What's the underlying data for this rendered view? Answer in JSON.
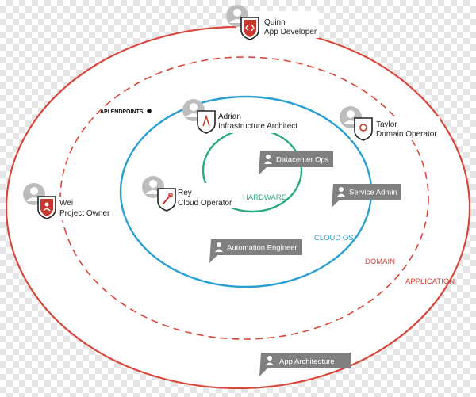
{
  "rings": {
    "application": "APPLICATION",
    "domain": "DOMAIN",
    "cloud_os": "CLOUD OS",
    "hardware": "HARDWARE"
  },
  "api_endpoints": "API ENDPOINTS",
  "people": [
    {
      "name": "Quinn",
      "role": "App Developer",
      "icon": "code-icon"
    },
    {
      "name": "Adrian",
      "role": "Infrastructure Architect",
      "icon": "compass-icon"
    },
    {
      "name": "Taylor",
      "role": "Domain Operator",
      "icon": "gear-icon"
    },
    {
      "name": "Wei",
      "role": "Project Owner",
      "icon": "person-icon"
    },
    {
      "name": "Rey",
      "role": "Cloud Operator",
      "icon": "wrench-icon"
    }
  ],
  "tags": [
    "Datacenter Ops",
    "Service Admin",
    "Automation Engineer",
    "App Architecture"
  ],
  "colors": {
    "application_ring": "#d9463a",
    "cloud_os_ring": "#2a9fd1",
    "hardware_ring": "#2bab7a",
    "tag_bg": "#808080",
    "badge_red": "#c8372d",
    "avatar_gray": "#bdbdbd"
  }
}
